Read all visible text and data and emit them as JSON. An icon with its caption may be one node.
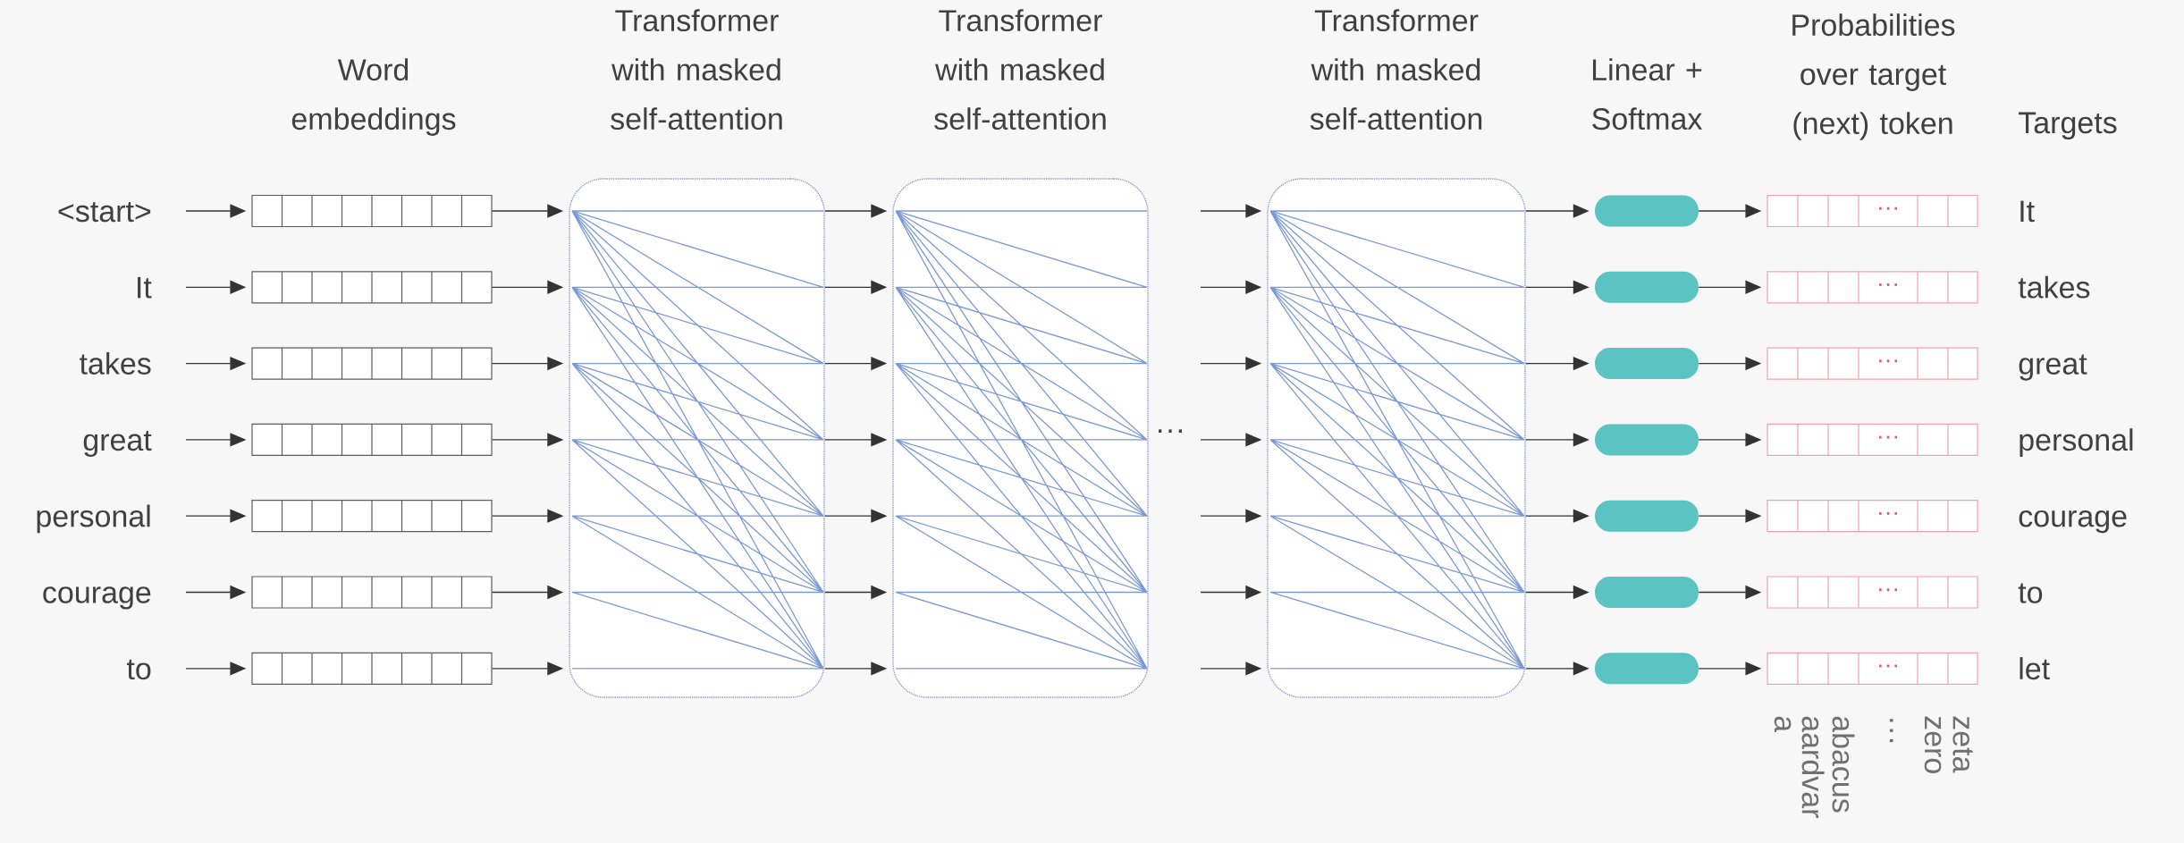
{
  "diagram": {
    "nodes": [
      {
        "text": [
          "<start>"
        ]
      },
      {
        "text": [
          "It"
        ]
      },
      {
        "text": [
          "takes"
        ]
      },
      {
        "text": [
          "great"
        ]
      },
      {
        "text": [
          "personal"
        ]
      },
      {
        "text": [
          "courage"
        ]
      },
      {
        "text": [
          "to"
        ]
      },
      {
        "text": [],
        "shape": "box"
      },
      {
        "text": [],
        "shape": "box"
      },
      {
        "text": [],
        "shape": "box"
      },
      {
        "text": [],
        "shape": "box"
      },
      {
        "text": [],
        "shape": "box"
      },
      {
        "text": [],
        "shape": "box"
      },
      {
        "text": [],
        "shape": "box"
      },
      {
        "text": [
          "Transformer with masked self-attention"
        ]
      },
      {
        "text": [
          "Transformer with masked self-attention"
        ]
      },
      {
        "text": [
          "Transformer with masked self-attention"
        ]
      },
      {
        "text": [],
        "shape": "box"
      },
      {
        "text": [],
        "shape": "box"
      },
      {
        "text": [],
        "shape": "box"
      },
      {
        "text": [],
        "shape": "box"
      },
      {
        "text": [],
        "shape": "box"
      },
      {
        "text": [],
        "shape": "box"
      },
      {
        "text": [],
        "shape": "box"
      },
      {
        "text": [
          "···"
        ]
      },
      {
        "text": [
          "···"
        ]
      },
      {
        "text": [
          "···"
        ]
      },
      {
        "text": [
          "···"
        ]
      },
      {
        "text": [
          "···"
        ]
      },
      {
        "text": [
          "···"
        ]
      },
      {
        "text": [
          "···"
        ]
      }
    ],
    "edges": [
      {
        "from": 0,
        "to": 7,
        "arrow": "to"
      },
      {
        "from": 1,
        "to": 8,
        "arrow": "to"
      },
      {
        "from": 2,
        "to": 9,
        "arrow": "to"
      },
      {
        "from": 3,
        "to": 10,
        "arrow": "to"
      },
      {
        "from": 4,
        "to": 11,
        "arrow": "to"
      },
      {
        "from": 5,
        "to": 12,
        "arrow": "to"
      },
      {
        "from": 6,
        "to": 13,
        "arrow": "to"
      },
      {
        "from": 7,
        "to": 14,
        "arrow": "to"
      },
      {
        "from": 8,
        "to": 14,
        "arrow": "to"
      },
      {
        "from": 9,
        "to": 14,
        "arrow": "to"
      },
      {
        "from": 10,
        "to": 14,
        "arrow": "to"
      },
      {
        "from": 11,
        "to": 14,
        "arrow": "to"
      },
      {
        "from": 12,
        "to": 14,
        "arrow": "to"
      },
      {
        "from": 13,
        "to": 14,
        "arrow": "to"
      },
      {
        "from": 14,
        "to": 15,
        "arrow": "to"
      },
      {
        "from": 14,
        "to": 15,
        "arrow": "to"
      },
      {
        "from": 14,
        "to": 15,
        "arrow": "to"
      },
      {
        "from": 14,
        "to": 15,
        "arrow": "to"
      },
      {
        "from": 14,
        "to": 15,
        "arrow": "to"
      },
      {
        "from": 14,
        "to": 15,
        "arrow": "to"
      },
      {
        "from": 14,
        "to": 15,
        "arrow": "to"
      },
      {
        "from": null,
        "to": 16,
        "arrow": "to"
      },
      {
        "from": null,
        "to": 16,
        "arrow": "to"
      },
      {
        "from": null,
        "to": 16,
        "arrow": "to"
      },
      {
        "from": null,
        "to": 16,
        "arrow": "to"
      },
      {
        "from": null,
        "to": 16,
        "arrow": "to"
      },
      {
        "from": null,
        "to": 16,
        "arrow": "to"
      },
      {
        "from": null,
        "to": 16,
        "arrow": "to"
      },
      {
        "from": 16,
        "to": 17,
        "arrow": "to"
      },
      {
        "from": 16,
        "to": 18,
        "arrow": "to"
      },
      {
        "from": 16,
        "to": 19,
        "arrow": "to"
      },
      {
        "from": 16,
        "to": 20,
        "arrow": "to"
      },
      {
        "from": 16,
        "to": 21,
        "arrow": "to"
      },
      {
        "from": 16,
        "to": 22,
        "arrow": "to"
      },
      {
        "from": 16,
        "to": 23,
        "arrow": "to"
      },
      {
        "from": 17,
        "to": 24,
        "arrow": "to"
      },
      {
        "from": 18,
        "to": 25,
        "arrow": "to"
      },
      {
        "from": 19,
        "to": 26,
        "arrow": "to"
      },
      {
        "from": 20,
        "to": 27,
        "arrow": "to"
      },
      {
        "from": 21,
        "to": 28,
        "arrow": "to"
      },
      {
        "from": 22,
        "to": 29,
        "arrow": "to"
      },
      {
        "from": 23,
        "to": 30,
        "arrow": "to"
      }
    ],
    "labels": [
      "Word embeddings",
      "···",
      "Linear + Softmax",
      "Probabilities over target (next) token",
      "Targets",
      "It",
      "takes",
      "great",
      "personal",
      "courage",
      "to",
      "let",
      "a",
      "aardvar",
      "abacus",
      "···",
      "zero",
      "zeta"
    ]
  }
}
